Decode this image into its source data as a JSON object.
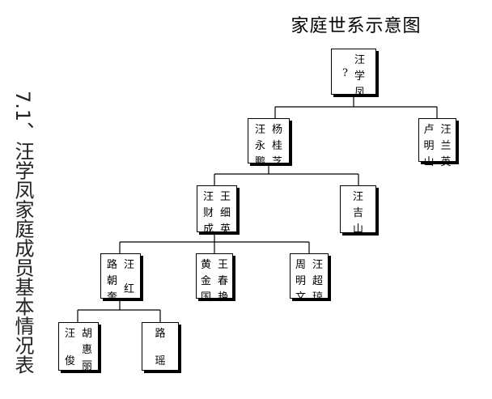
{
  "title": "家庭世系示意图",
  "side_title": "7.1、汪学凤家庭成员基本情况表",
  "nodes": {
    "n1": {
      "cols": [
        [
          "汪",
          "学",
          "凤"
        ],
        [
          "",
          "?",
          ""
        ]
      ]
    },
    "n2": {
      "cols": [
        [
          "杨",
          "桂",
          "芝"
        ],
        [
          "汪",
          "永",
          "鹏"
        ]
      ]
    },
    "n3": {
      "cols": [
        [
          "汪",
          "兰",
          "英"
        ],
        [
          "卢",
          "明",
          "山"
        ]
      ]
    },
    "n4": {
      "cols": [
        [
          "王",
          "细",
          "英"
        ],
        [
          "汪",
          "财",
          "成"
        ]
      ]
    },
    "n5": {
      "cols": [
        [
          "汪",
          "吉",
          "山"
        ]
      ]
    },
    "n6": {
      "cols": [
        [
          "汪",
          "",
          "红"
        ],
        [
          "路",
          "朝",
          "奎"
        ]
      ]
    },
    "n7": {
      "cols": [
        [
          "王",
          "春",
          "艳"
        ],
        [
          "黄",
          "金",
          "国"
        ]
      ]
    },
    "n8": {
      "cols": [
        [
          "汪",
          "超",
          "琼"
        ],
        [
          "周",
          "明",
          "文"
        ]
      ]
    },
    "n9": {
      "cols": [
        [
          "胡",
          "惠",
          "丽"
        ],
        [
          "汪",
          "",
          "俊"
        ]
      ]
    },
    "n10": {
      "cols": [
        [
          "路",
          "",
          "瑶"
        ]
      ]
    }
  }
}
